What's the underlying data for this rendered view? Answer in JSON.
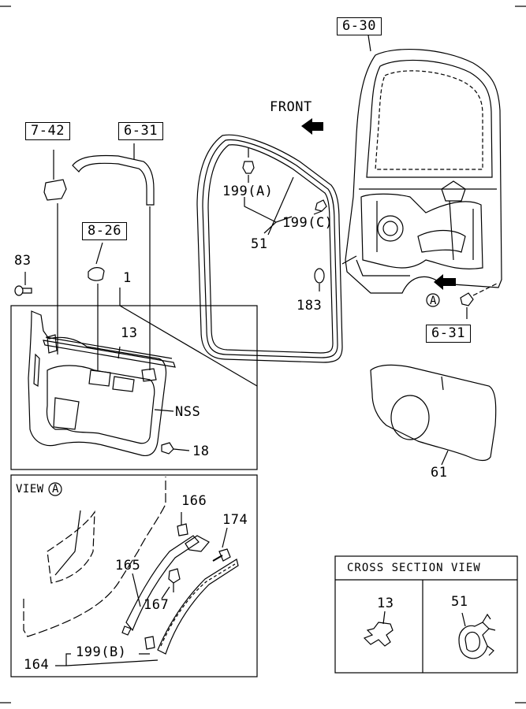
{
  "refs": {
    "r_6_30": "6-30",
    "r_7_42": "7-42",
    "r_6_31_top": "6-31",
    "r_8_26": "8-26",
    "r_6_31_right": "6-31"
  },
  "labels": {
    "front": "FRONT",
    "p83": "83",
    "p1": "1",
    "p13": "13",
    "nss": "NSS",
    "p18": "18",
    "p199a": "199(A)",
    "p199c": "199(C)",
    "p51": "51",
    "p183": "183",
    "circle_a": "A",
    "p61": "61",
    "view_a": "VIEW",
    "view_a_circle": "A",
    "p166": "166",
    "p174": "174",
    "p165": "165",
    "p167": "167",
    "p199b": "199(B)",
    "p164": "164"
  },
  "cross_section": {
    "title": "CROSS SECTION VIEW",
    "left_label": "13",
    "right_label": "51"
  }
}
